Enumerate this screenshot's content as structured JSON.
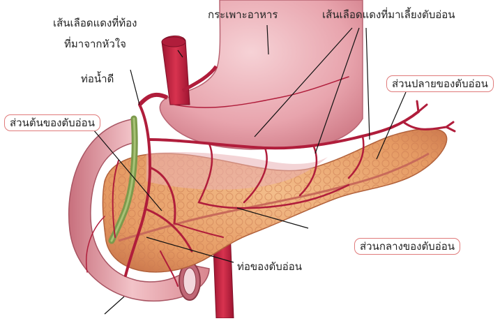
{
  "labels": {
    "aorta_line1": "เส้นเลือดแดงที่ท้อง",
    "aorta_line2": "ที่มาจากหัวใจ",
    "stomach": "กระเพาะอาหาร",
    "arteries": "เส้นเลือดแดงที่มาเลี้ยงตับอ่อน",
    "bile_duct": "ท่อน้ำดี",
    "tail": "ส่วนปลายของตับอ่อน",
    "head": "ส่วนต้นของตับอ่อน",
    "body": "ส่วนกลางของตับอ่อน",
    "duct": "ท่อของตับอ่อน"
  },
  "colors": {
    "pancreas": "#e9a06a",
    "tissue": "#e6a0a8",
    "artery": "#c2213f",
    "bile_duct": "#7c9a4c",
    "box_border": "#e07a7a"
  }
}
